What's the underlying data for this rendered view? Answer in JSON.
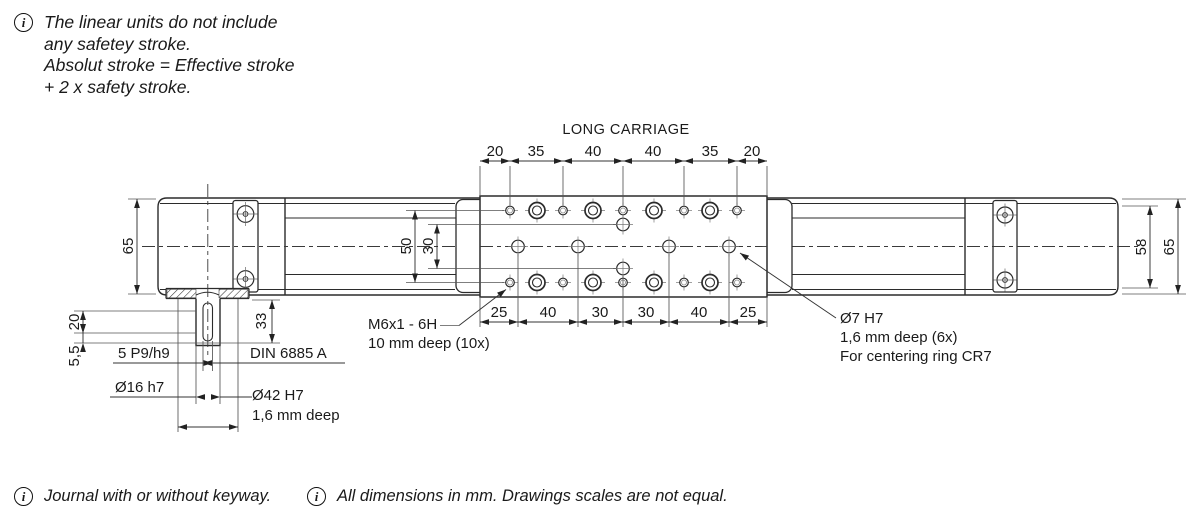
{
  "notes": {
    "info_symbol": "i",
    "top": "The linear units do not include\nany safetey stroke.\nAbsolut stroke = Effective stroke\n+ 2 x safety stroke.",
    "bottom_left": "Journal with or without keyway.",
    "bottom_right": "All dimensions in mm. Drawings scales are not equal."
  },
  "drawing": {
    "title": "LONG CARRIAGE",
    "top_chain": [
      "20",
      "35",
      "40",
      "40",
      "35",
      "20"
    ],
    "bottom_chain": [
      "25",
      "40",
      "30",
      "30",
      "40",
      "25"
    ],
    "dims": {
      "left_height": "65",
      "hole_rows_span": "50",
      "center_holes_span": "30",
      "right_inner_height": "58",
      "right_height": "65",
      "keyway_length": "20",
      "keyway_offset": "5,5",
      "journal_length": "33"
    },
    "labels": {
      "keyway_width": "5 P9/h9",
      "key_standard": "DIN 6885 A",
      "journal_diameter": "Ø16 h7",
      "centering_bore": "Ø42 H7",
      "centering_bore_depth": "1,6 mm deep",
      "thread_callout_1": "M6x1 - 6H",
      "thread_callout_2": "10 mm deep (10x)",
      "centering_hole_1": "Ø7  H7",
      "centering_hole_2": "1,6 mm deep  (6x)",
      "centering_hole_3": "For centering ring CR7"
    }
  }
}
